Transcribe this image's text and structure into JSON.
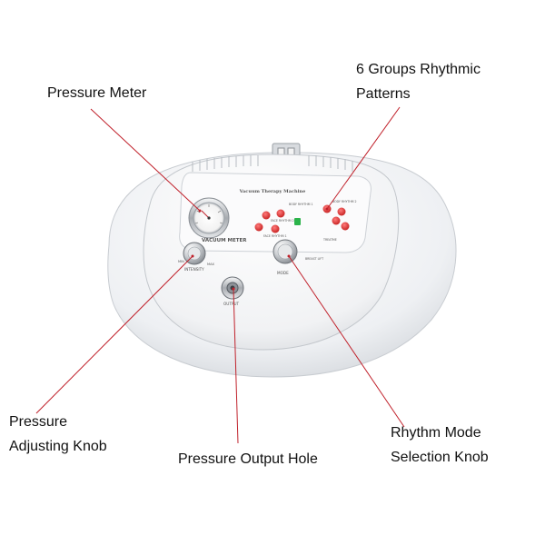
{
  "callouts": {
    "pressure_meter": {
      "lines": [
        "Pressure Meter"
      ]
    },
    "rhythmic_patterns": {
      "lines": [
        "6 Groups Rhythmic",
        "Patterns"
      ]
    },
    "adjusting_knob": {
      "lines": [
        "Pressure",
        "Adjusting Knob"
      ]
    },
    "output_hole": {
      "lines": [
        "Pressure Output Hole"
      ]
    },
    "mode_knob": {
      "lines": [
        "Rhythm Mode",
        "Selection Knob"
      ]
    }
  },
  "panel": {
    "title": "Vacuum Therapy Machine",
    "meter_label": "VACUUM METER",
    "intensity": "INTENSITY",
    "max": "MAX",
    "min": "MIN",
    "output": "OUTPUT",
    "mode": "MODE",
    "patterns": [
      "BODY RHYTHM 1",
      "BODY RHYTHM 2",
      "FACE RHYTHM 2",
      "FACE RHYTHM 1",
      "BREAST LIFT",
      "TREATME"
    ]
  },
  "colors": {
    "leader_line": "#c0202a",
    "indicator_red": "#d42a2a",
    "indicator_green": "#2bb34a",
    "text": "#111111"
  }
}
